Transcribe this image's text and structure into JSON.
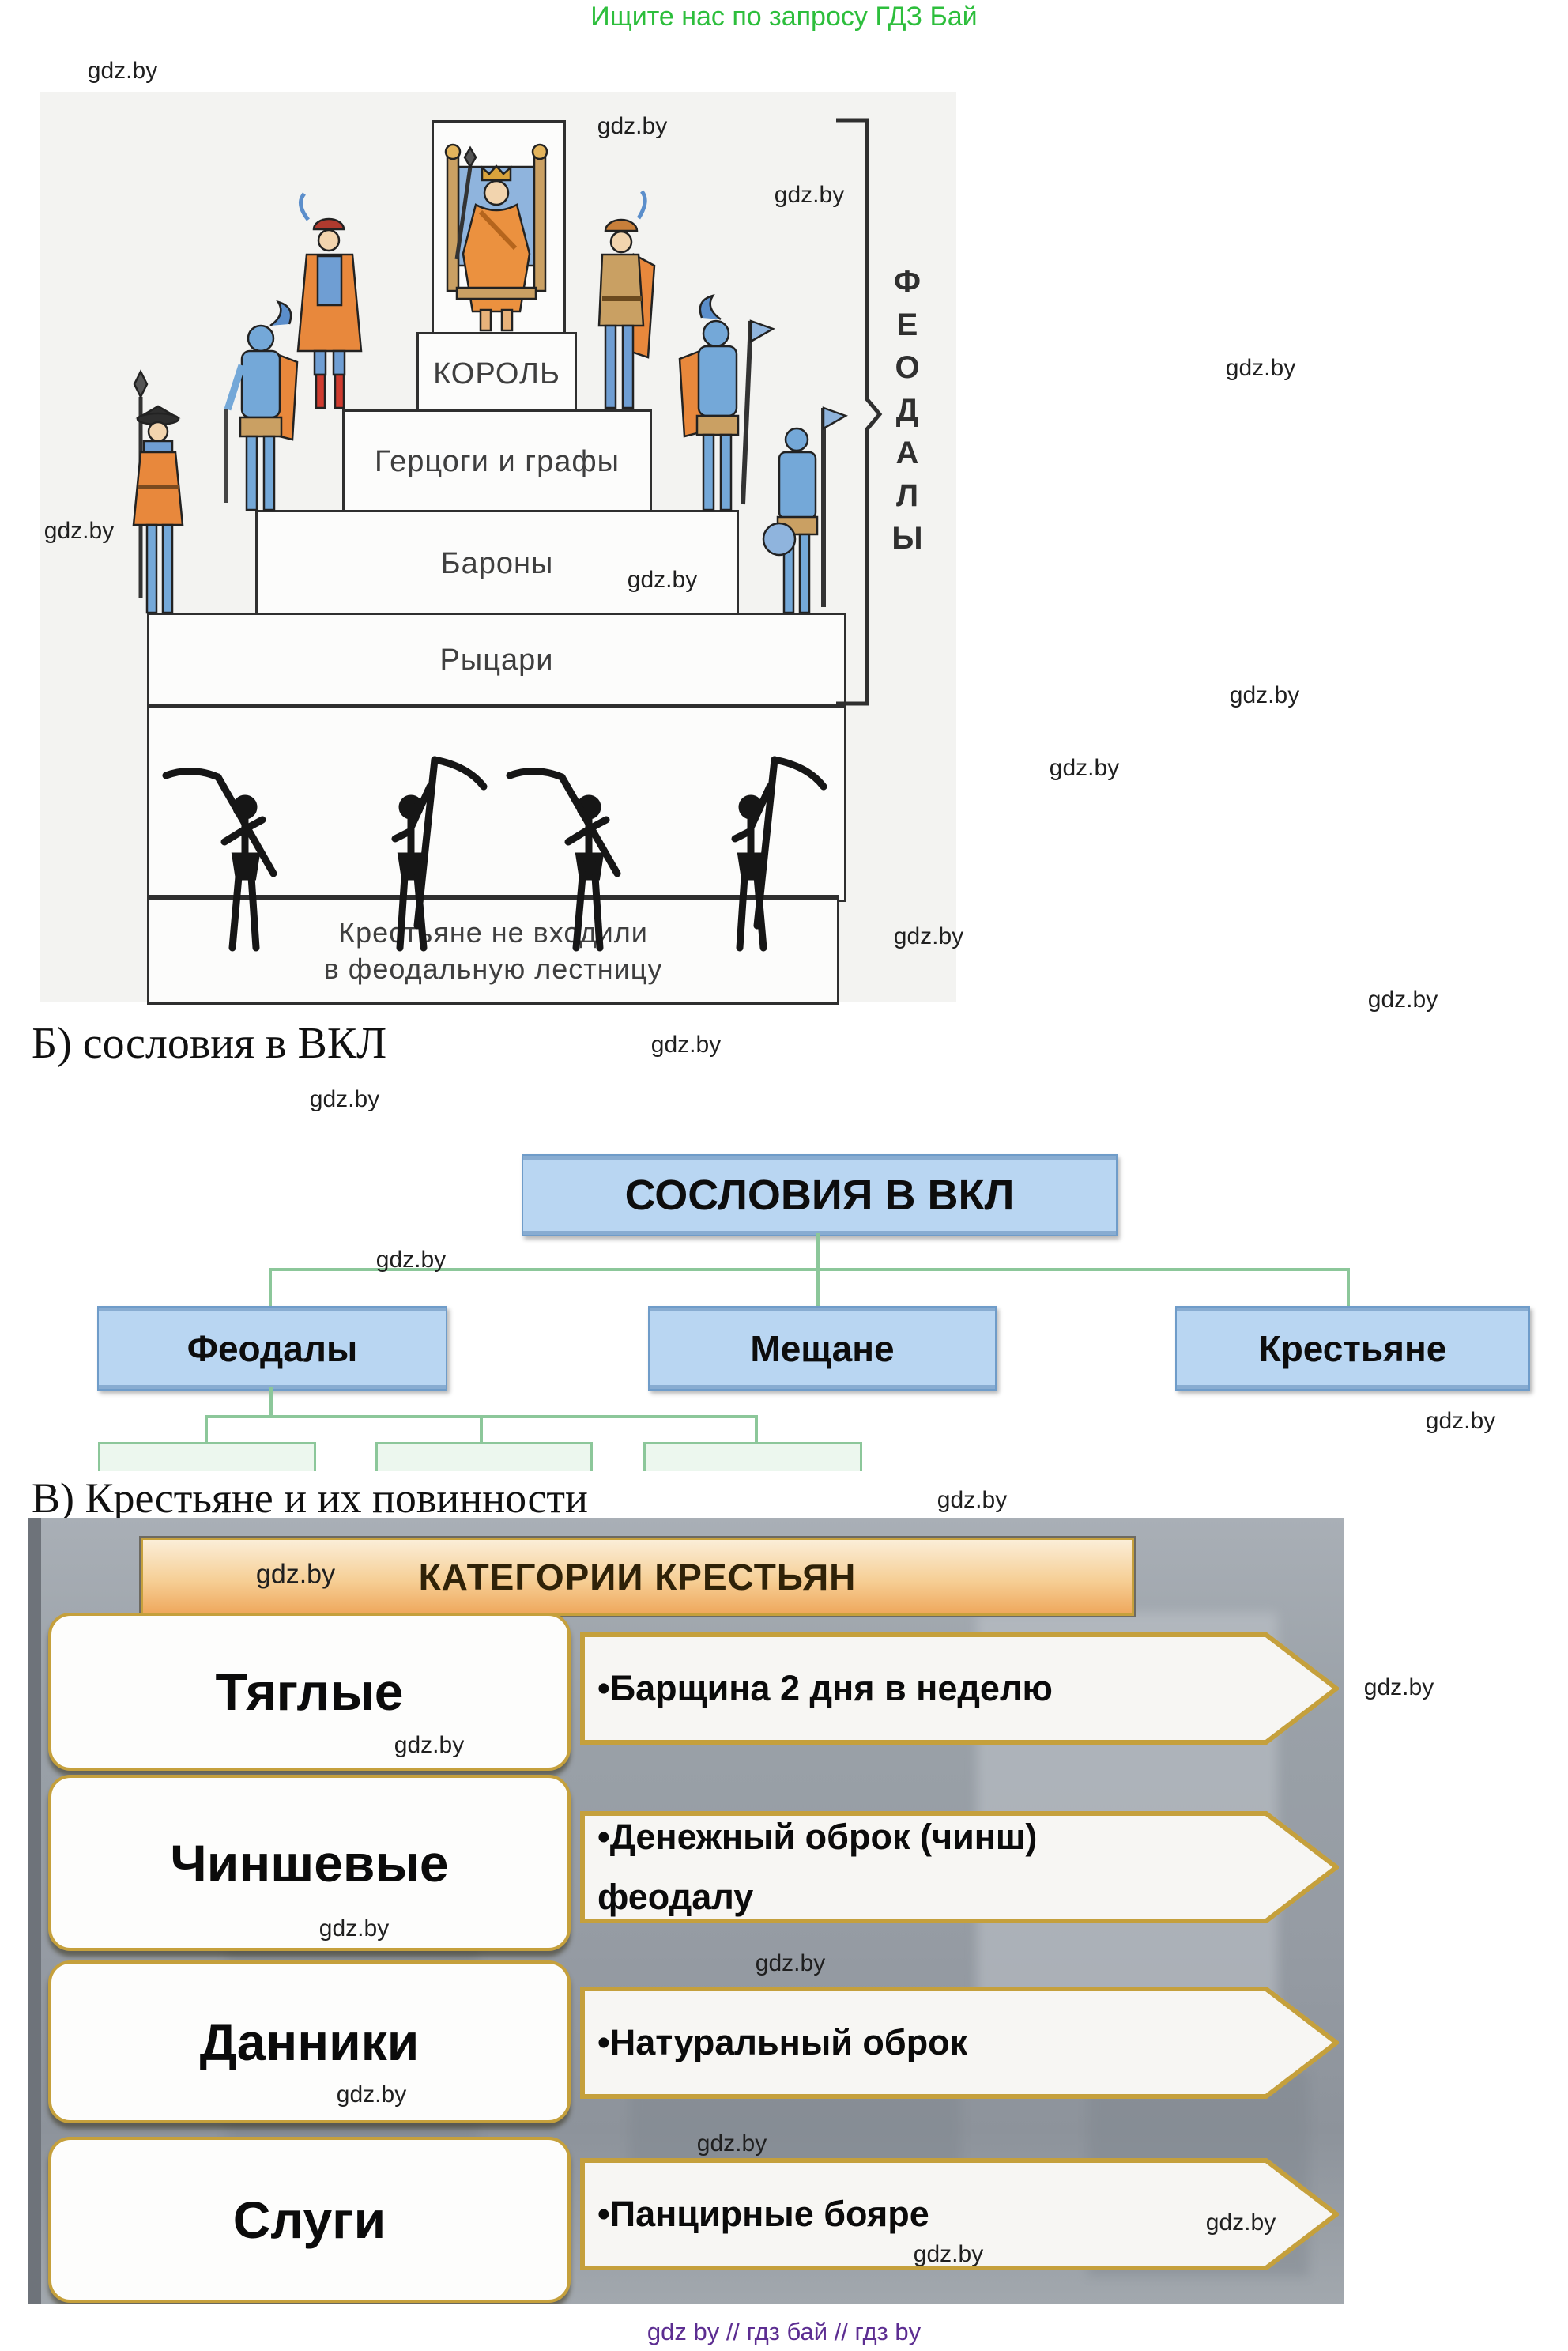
{
  "page": {
    "promo_banner": "Ищите нас по запросу ГДЗ Бай",
    "watermark": "gdz.by",
    "footer": "gdz by  //  гдз бай  //  гдз by",
    "colors": {
      "promo_green": "#2dbe3c",
      "footer_purple": "#5c2d91",
      "flow_box_blue": "#b9d6f2",
      "flow_line_green": "#8cc79a",
      "gold_border": "#c5a03c",
      "banner_top": "#fbeed8",
      "banner_bottom": "#efa85d",
      "pyramid_bg": "#f3f3f1"
    }
  },
  "pyramid": {
    "tiers": [
      "КОРОЛЬ",
      "Герцоги и графы",
      "Бароны",
      "Рыцари"
    ],
    "caption_line1": "Крестьяне не входили",
    "caption_line2": "в феодальную лестницу",
    "side_label": "ФЕОДАЛЫ"
  },
  "section_b": {
    "heading": "Б) сословия в ВКЛ",
    "chart": {
      "root": "СОСЛОВИЯ В ВКЛ",
      "children": [
        "Феодалы",
        "Мещане",
        "Крестьяне"
      ]
    }
  },
  "section_v": {
    "heading": "В) Крестьяне и их повинности",
    "banner": "КАТЕГОРИИ КРЕСТЬЯН",
    "rows": [
      {
        "category": "Тяглые",
        "duty": "•Барщина 2 дня в неделю"
      },
      {
        "category": "Чиншевые",
        "duty": "•Денежный оброк (чинш) феодалу"
      },
      {
        "category": "Данники",
        "duty": "•Натуральный оброк"
      },
      {
        "category": "Слуги",
        "duty": "•Панцирные бояре"
      }
    ]
  }
}
